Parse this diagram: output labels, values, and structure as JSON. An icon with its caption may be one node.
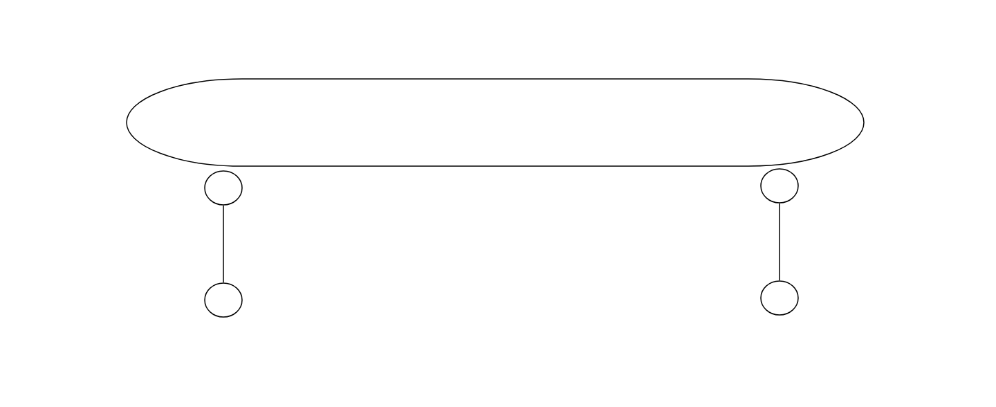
{
  "diagram": {
    "nodes": [
      {
        "text": [],
        "shape": "bar"
      },
      {
        "text": [],
        "shape": "circle"
      },
      {
        "text": [],
        "shape": "circle"
      },
      {
        "text": [],
        "shape": "circle"
      },
      {
        "text": [],
        "shape": "circle"
      }
    ],
    "edges": [
      {
        "from": 1,
        "to": 3,
        "arrow": "none"
      },
      {
        "from": 2,
        "to": 4,
        "arrow": "none"
      }
    ]
  }
}
